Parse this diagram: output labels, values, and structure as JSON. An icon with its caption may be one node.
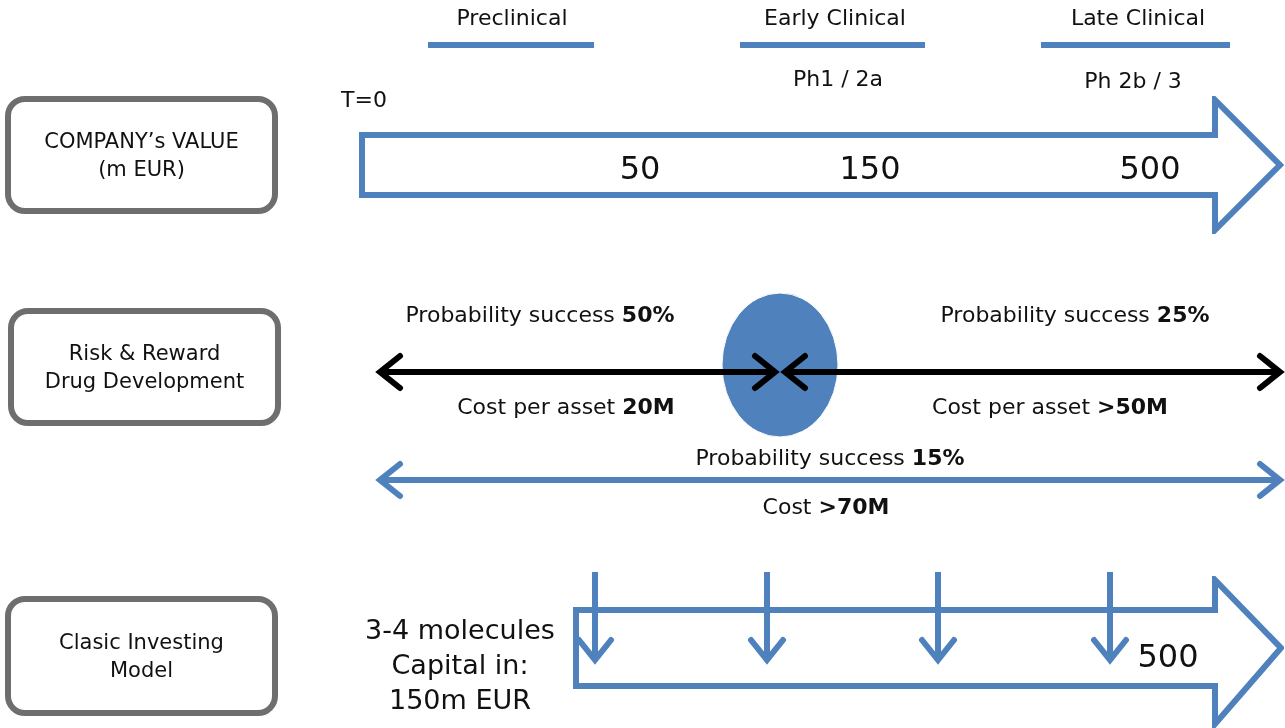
{
  "diagram": {
    "nodes": [
      {
        "text": [
          "COMPANY’s VALUE (m EUR)"
        ]
      },
      {
        "text": [
          "Risk & Reward Drug Development"
        ]
      },
      {
        "text": [
          "Clasic Investing Model"
        ]
      },
      {
        "text": [
          "50",
          "150",
          "500"
        ]
      },
      {
        "text": [],
        "shape": "circle"
      },
      {
        "text": [
          "500"
        ]
      }
    ],
    "edges": [
      {
        "from": null,
        "to": 4,
        "arrow": "both",
        "color": "#000000"
      },
      {
        "from": 4,
        "to": null,
        "arrow": "both",
        "color": "#000000"
      },
      {
        "from": null,
        "to": 5,
        "arrow": "to"
      },
      {
        "from": null,
        "to": 5,
        "arrow": "to"
      },
      {
        "from": null,
        "to": 5,
        "arrow": "to"
      },
      {
        "from": null,
        "to": 5,
        "arrow": "to"
      }
    ],
    "labels": [
      "Preclinical",
      "Early Clinical",
      "Late Clinical",
      "Ph1 / 2a",
      "T=0",
      "Ph 2b / 3",
      "Probability success  **50%**",
      "Probability success **25%**",
      "Cost per asset  **20M**",
      "Cost per asset  **>50M**",
      "Probability success **15%**",
      "Cost **>70M**",
      "3-4 molecules Capital in: 150m EUR"
    ]
  }
}
